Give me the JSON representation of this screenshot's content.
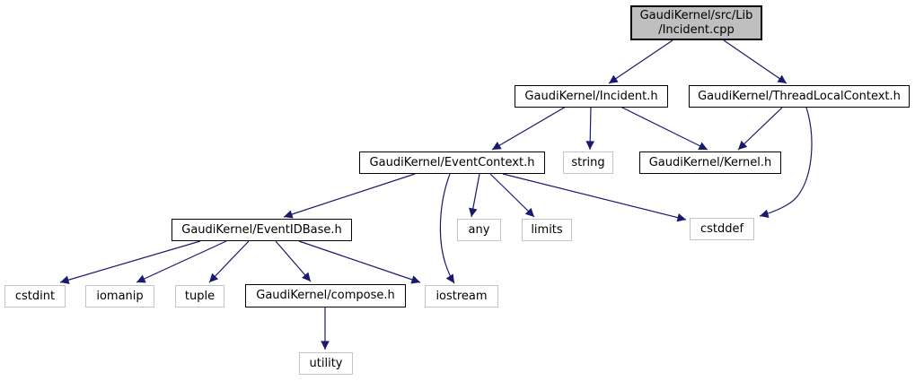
{
  "diagram": {
    "type": "include-dependency-graph",
    "colors": {
      "background": "#ffffff",
      "edge": "#191970",
      "node_border": "#000000",
      "system_node_border": "#c4c4c4",
      "node_fill": "#ffffff",
      "root_node_fill": "#bfbfbf"
    },
    "nodes": [
      {
        "id": "incident-cpp",
        "label": "GaudiKernel/src/Lib\n/Incident.cpp",
        "kind": "source"
      },
      {
        "id": "incident-h",
        "label": "GaudiKernel/Incident.h",
        "kind": "header"
      },
      {
        "id": "thread-local-context-h",
        "label": "GaudiKernel/ThreadLocalContext.h",
        "kind": "header"
      },
      {
        "id": "event-context-h",
        "label": "GaudiKernel/EventContext.h",
        "kind": "header"
      },
      {
        "id": "string",
        "label": "string",
        "kind": "system"
      },
      {
        "id": "kernel-h",
        "label": "GaudiKernel/Kernel.h",
        "kind": "header"
      },
      {
        "id": "event-id-base-h",
        "label": "GaudiKernel/EventIDBase.h",
        "kind": "header"
      },
      {
        "id": "any",
        "label": "any",
        "kind": "system"
      },
      {
        "id": "limits",
        "label": "limits",
        "kind": "system"
      },
      {
        "id": "cstddef",
        "label": "cstddef",
        "kind": "system"
      },
      {
        "id": "cstdint",
        "label": "cstdint",
        "kind": "system"
      },
      {
        "id": "iomanip",
        "label": "iomanip",
        "kind": "system"
      },
      {
        "id": "tuple",
        "label": "tuple",
        "kind": "system"
      },
      {
        "id": "compose-h",
        "label": "GaudiKernel/compose.h",
        "kind": "header"
      },
      {
        "id": "iostream",
        "label": "iostream",
        "kind": "system"
      },
      {
        "id": "utility",
        "label": "utility",
        "kind": "system"
      }
    ],
    "edges": [
      {
        "from": "incident-cpp",
        "to": "incident-h"
      },
      {
        "from": "incident-cpp",
        "to": "thread-local-context-h"
      },
      {
        "from": "incident-h",
        "to": "event-context-h"
      },
      {
        "from": "incident-h",
        "to": "string"
      },
      {
        "from": "incident-h",
        "to": "kernel-h"
      },
      {
        "from": "thread-local-context-h",
        "to": "kernel-h"
      },
      {
        "from": "thread-local-context-h",
        "to": "cstddef"
      },
      {
        "from": "event-context-h",
        "to": "event-id-base-h"
      },
      {
        "from": "event-context-h",
        "to": "any"
      },
      {
        "from": "event-context-h",
        "to": "limits"
      },
      {
        "from": "event-context-h",
        "to": "cstddef"
      },
      {
        "from": "event-context-h",
        "to": "iostream"
      },
      {
        "from": "event-id-base-h",
        "to": "cstdint"
      },
      {
        "from": "event-id-base-h",
        "to": "iomanip"
      },
      {
        "from": "event-id-base-h",
        "to": "tuple"
      },
      {
        "from": "event-id-base-h",
        "to": "compose-h"
      },
      {
        "from": "event-id-base-h",
        "to": "iostream"
      },
      {
        "from": "compose-h",
        "to": "utility"
      }
    ]
  }
}
